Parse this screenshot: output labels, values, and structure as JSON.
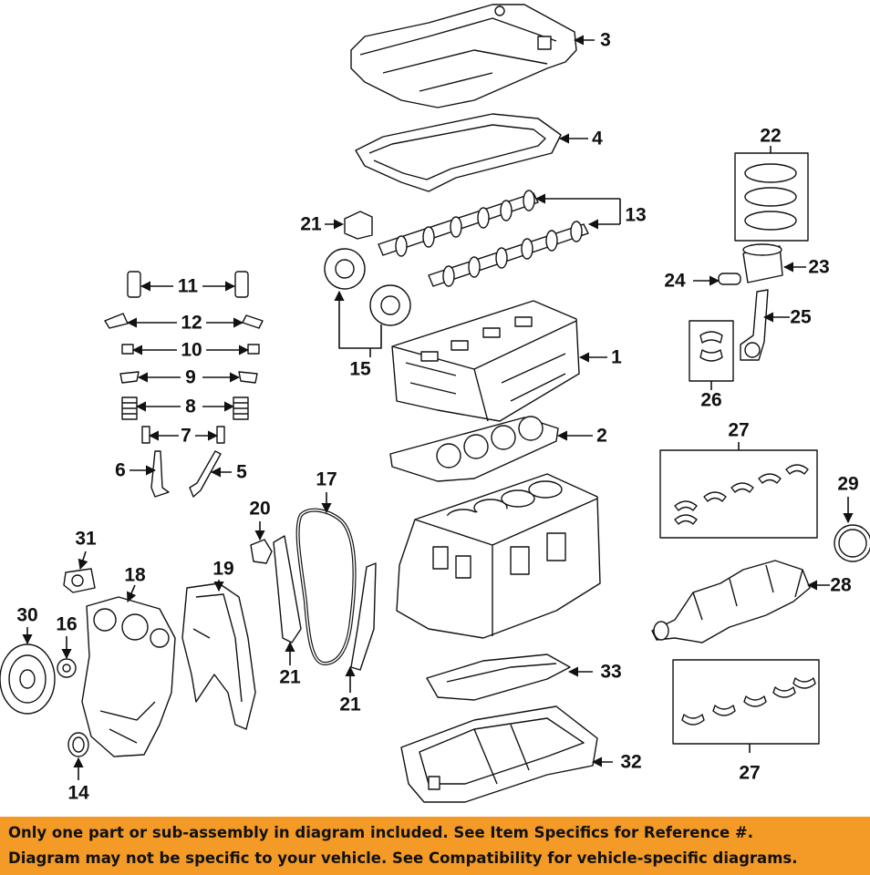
{
  "diagram": {
    "callouts": [
      {
        "id": "c3",
        "text": "3"
      },
      {
        "id": "c4",
        "text": "4"
      },
      {
        "id": "c22",
        "text": "22"
      },
      {
        "id": "c21a",
        "text": "21"
      },
      {
        "id": "c13",
        "text": "13"
      },
      {
        "id": "c23",
        "text": "23"
      },
      {
        "id": "c24",
        "text": "24"
      },
      {
        "id": "c11",
        "text": "11"
      },
      {
        "id": "c12",
        "text": "12"
      },
      {
        "id": "c25",
        "text": "25"
      },
      {
        "id": "c10",
        "text": "10"
      },
      {
        "id": "c1",
        "text": "1"
      },
      {
        "id": "c15",
        "text": "15"
      },
      {
        "id": "c9",
        "text": "9"
      },
      {
        "id": "c26",
        "text": "26"
      },
      {
        "id": "c8",
        "text": "8"
      },
      {
        "id": "c27a",
        "text": "27"
      },
      {
        "id": "c7",
        "text": "7"
      },
      {
        "id": "c2",
        "text": "2"
      },
      {
        "id": "c6",
        "text": "6"
      },
      {
        "id": "c5",
        "text": "5"
      },
      {
        "id": "c17",
        "text": "17"
      },
      {
        "id": "c29",
        "text": "29"
      },
      {
        "id": "c20",
        "text": "20"
      },
      {
        "id": "c31",
        "text": "31"
      },
      {
        "id": "c18",
        "text": "18"
      },
      {
        "id": "c19",
        "text": "19"
      },
      {
        "id": "c28",
        "text": "28"
      },
      {
        "id": "c30",
        "text": "30"
      },
      {
        "id": "c16",
        "text": "16"
      },
      {
        "id": "c21b",
        "text": "21"
      },
      {
        "id": "c33",
        "text": "33"
      },
      {
        "id": "c21c",
        "text": "21"
      },
      {
        "id": "c32",
        "text": "32"
      },
      {
        "id": "c14",
        "text": "14"
      },
      {
        "id": "c27b",
        "text": "27"
      }
    ]
  },
  "banner": {
    "line1": "Only one part or sub-assembly in diagram included. See Item Specifics for Reference #.",
    "line2": "Diagram may not be specific to your vehicle. See Compatibility for vehicle-specific diagrams.",
    "color": "#f39a27"
  }
}
